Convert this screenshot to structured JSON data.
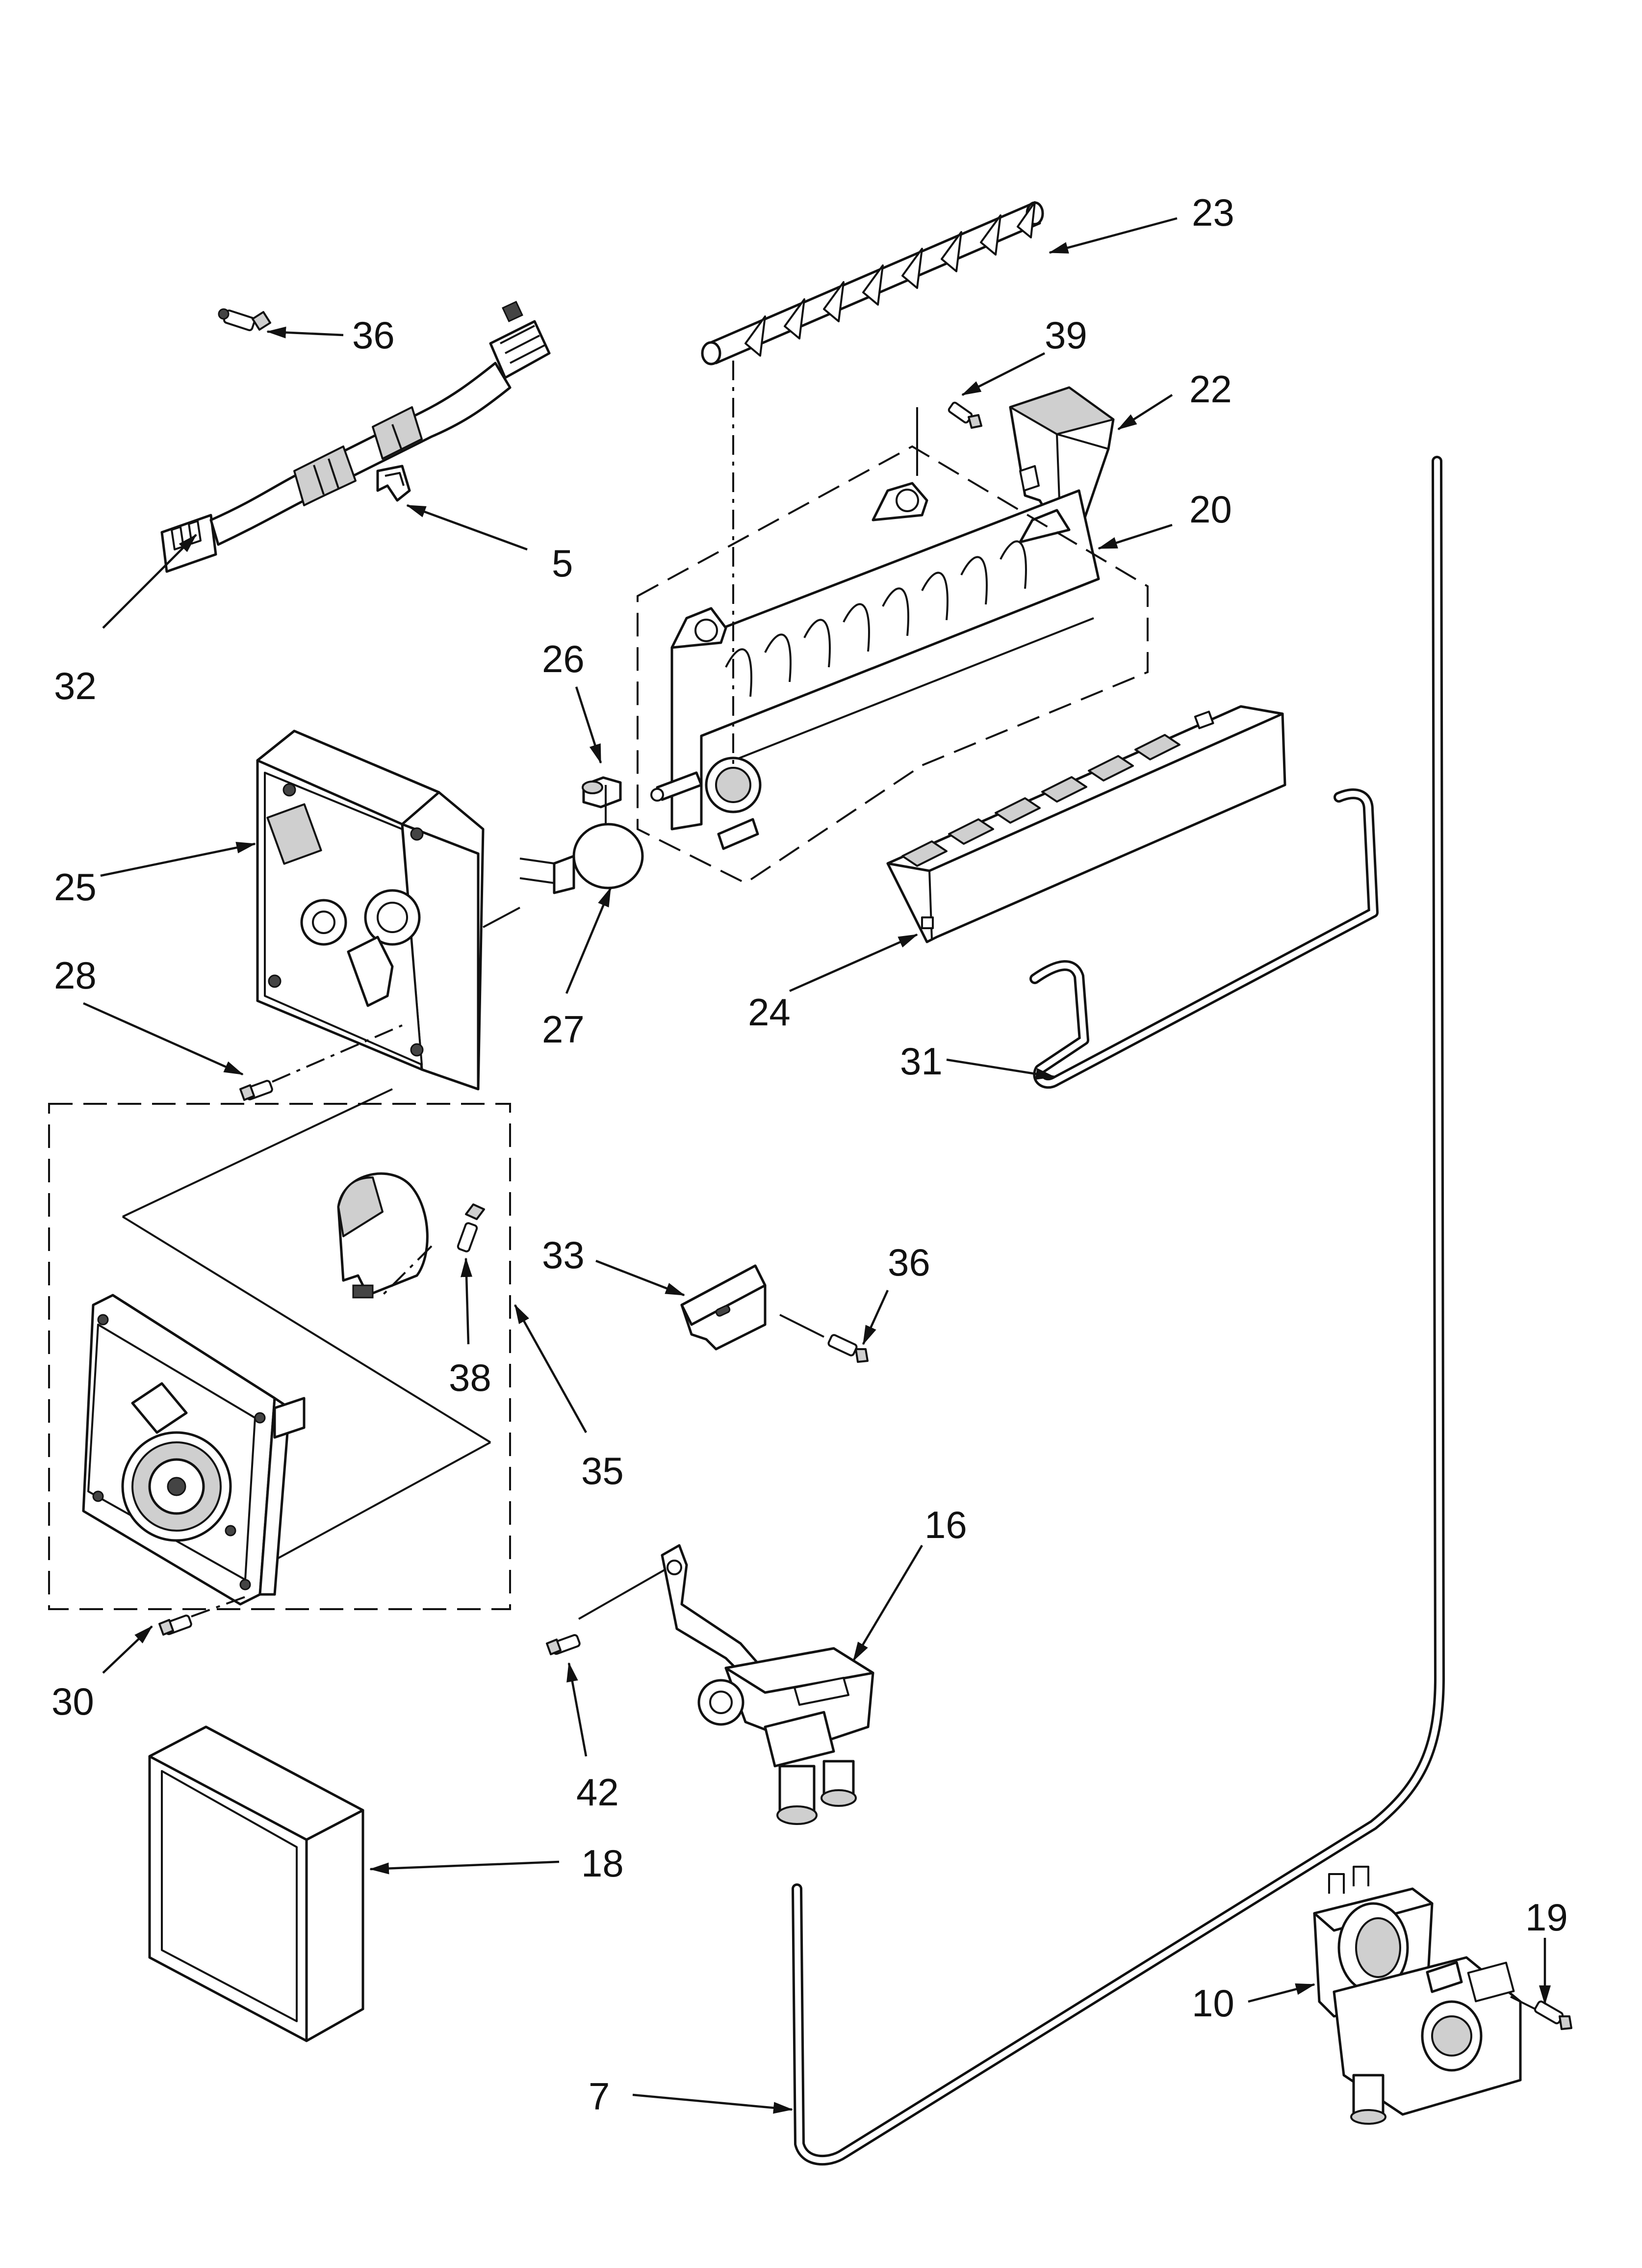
{
  "callouts": {
    "c23": "23",
    "c36a": "36",
    "c39": "39",
    "c22": "22",
    "c20": "20",
    "c5": "5",
    "c32": "32",
    "c26": "26",
    "c25": "25",
    "c28": "28",
    "c27": "27",
    "c24": "24",
    "c31": "31",
    "c33": "33",
    "c36b": "36",
    "c38": "38",
    "c35": "35",
    "c16": "16",
    "c30": "30",
    "c42": "42",
    "c18": "18",
    "c19": "19",
    "c10": "10",
    "c7": "7"
  }
}
